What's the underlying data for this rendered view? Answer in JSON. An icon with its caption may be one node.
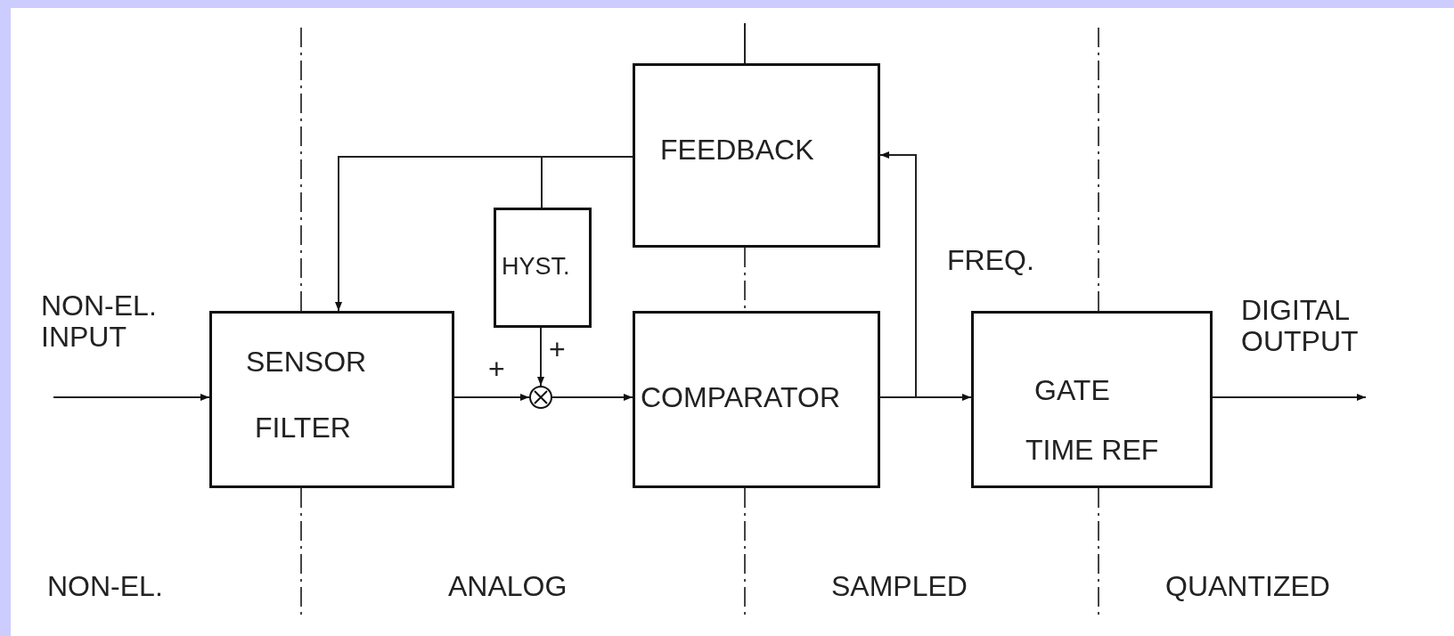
{
  "diagram": {
    "nodes": [
      {
        "text": [
          "FEEDBACK"
        ]
      },
      {
        "text": [
          "HYST."
        ]
      },
      {
        "text": [
          "SENSOR",
          "FILTER"
        ]
      },
      {
        "text": [],
        "shape": "circle"
      },
      {
        "text": [
          "COMPARATOR"
        ]
      },
      {
        "text": [
          "GATE",
          "TIME REF"
        ]
      }
    ],
    "edges": [
      {
        "from": null,
        "to": 2,
        "arrow": "to"
      },
      {
        "from": 0,
        "to": 2,
        "arrow": "to"
      },
      {
        "from": 0,
        "to": 1,
        "arrow": "none"
      },
      {
        "from": 1,
        "to": 3,
        "arrow": "to"
      },
      {
        "from": 2,
        "to": 3,
        "arrow": "to"
      },
      {
        "from": 3,
        "to": 4,
        "arrow": "to"
      },
      {
        "from": 4,
        "to": 5,
        "arrow": "to"
      },
      {
        "from": 4,
        "to": 0,
        "arrow": "to"
      },
      {
        "from": 5,
        "to": null,
        "arrow": "to"
      },
      {
        "from": 0,
        "to": null,
        "arrow": "none"
      }
    ],
    "labels": [
      "FREQ.",
      "NON-EL. INPUT",
      "DIGITAL OUTPUT",
      "+",
      "+",
      "NON-EL.",
      "ANALOG",
      "SAMPLED",
      "QUANTIZED"
    ]
  }
}
